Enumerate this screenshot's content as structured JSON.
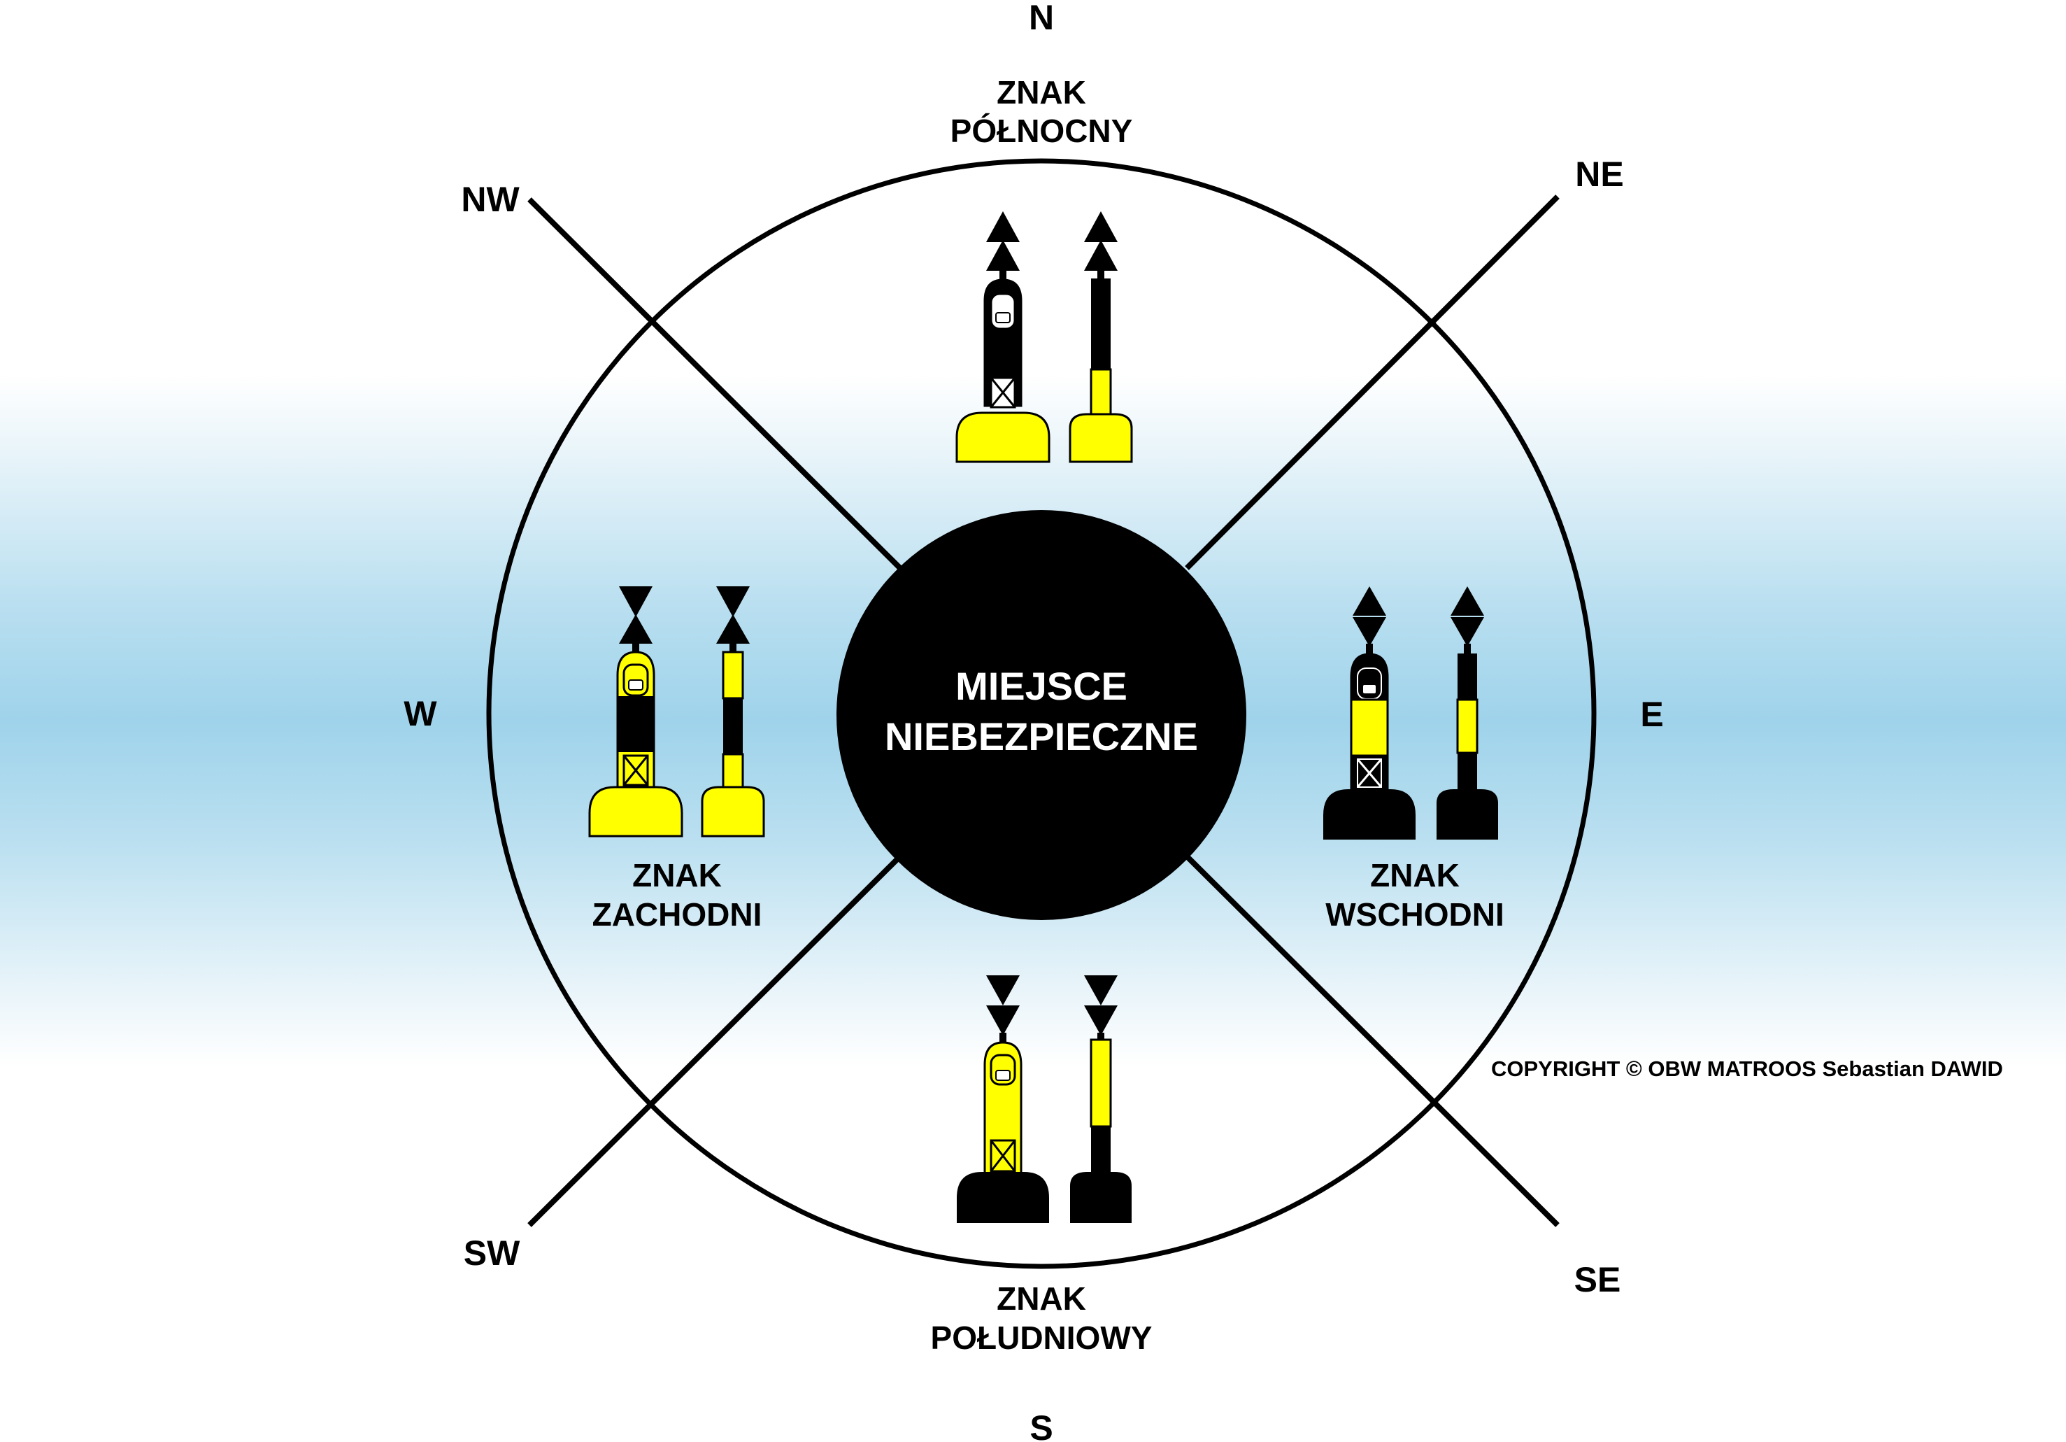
{
  "center": {
    "line1": "MIEJSCE",
    "line2": "NIEBEZPIECZNE"
  },
  "compass": {
    "n": "N",
    "ne": "NE",
    "e": "E",
    "se": "SE",
    "s": "S",
    "sw": "SW",
    "w": "W",
    "nw": "NW"
  },
  "marks": {
    "north": {
      "line1": "ZNAK",
      "line2": "PÓŁNOCNY"
    },
    "east": {
      "line1": "ZNAK",
      "line2": "WSCHODNI"
    },
    "south": {
      "line1": "ZNAK",
      "line2": "POŁUDNIOWY"
    },
    "west": {
      "line1": "ZNAK",
      "line2": "ZACHODNI"
    }
  },
  "copyright": "COPYRIGHT © OBW MATROOS Sebastian DAWID",
  "colors": {
    "yellow": "#ffff00",
    "black": "#000000"
  }
}
